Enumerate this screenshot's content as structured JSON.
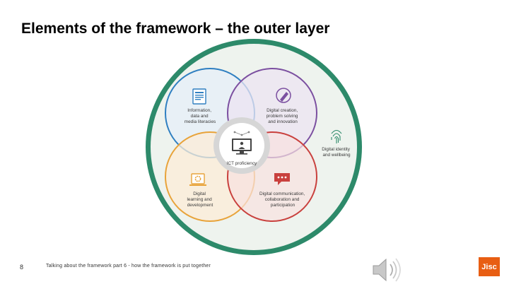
{
  "slide": {
    "title": "Elements of the framework – the outer layer",
    "page_number": "8",
    "footer": "Talking about the framework part 6 - how the framework is put together"
  },
  "diagram": {
    "outer_ring_label": [
      "Digital identity",
      "and wellbeing"
    ],
    "center_label": "ICT proficiency",
    "circles": [
      {
        "label": [
          "Information,",
          "data and",
          "media literacies"
        ],
        "color": "#2f7fc1"
      },
      {
        "label": [
          "Digital creation,",
          "problem solving",
          "and innovation"
        ],
        "color": "#7b4fa0"
      },
      {
        "label": [
          "Digital",
          "learning and",
          "development"
        ],
        "color": "#e8a33a"
      },
      {
        "label": [
          "Digital communication,",
          "collaboration and",
          "participation"
        ],
        "color": "#c9403d"
      }
    ],
    "outer_color": "#2d8a6a",
    "icons": [
      "document-icon",
      "pencil-icon",
      "computer-user-icon",
      "gear-screen-icon",
      "chat-icon",
      "fingerprint-icon"
    ]
  },
  "logo": {
    "text": "Jisc",
    "color": "#e85e13"
  },
  "speaker_icon": "speaker-icon"
}
